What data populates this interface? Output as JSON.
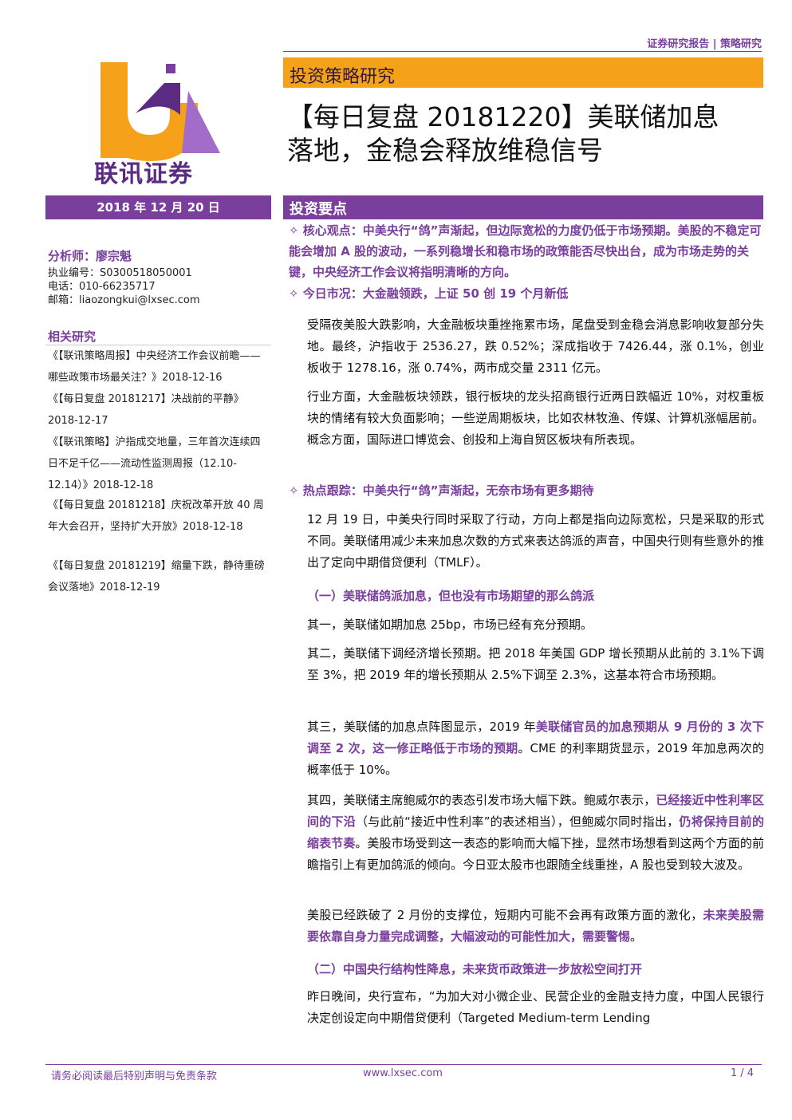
{
  "header": {
    "report_type": "证券研究报告 | 策略研究",
    "banner": "投资策略研究",
    "title_line1": "【每日复盘 20181220】美联储加息",
    "title_line2": "落地，金稳会释放维稳信号"
  },
  "logo": {
    "company": "联讯证券"
  },
  "colors": {
    "purple": "#7a3f9d",
    "gold": "#f5a21a"
  },
  "sidebar": {
    "date": "2018 年 12 月 20 日",
    "analyst": "分析师：廖宗魁",
    "license": "执业编号：S0300518050001",
    "phone": "电话：010-66235717",
    "email": "邮箱：liaozongkui@lxsec.com",
    "related_title": "相关研究",
    "related": [
      "《【联讯策略周报】中央经济工作会议前瞻——哪些政策市场最关注？》2018-12-16",
      "《【每日复盘 20181217】决战前的平静》2018-12-17",
      "《【联讯策略】沪指成交地量，三年首次连续四日不足千亿——流动性监测周报（12.10-12.14）》2018-12-18",
      "《【每日复盘 20181218】庆祝改革开放 40 周年大会召开，坚持扩大开放》2018-12-18",
      "《【每日复盘 20181219】缩量下跌，静待重磅会议落地》2018-12-19"
    ]
  },
  "main": {
    "section_title": "投资要点",
    "kp1": "✧ 核心观点：中美央行“鸽”声渐起，但边际宽松的力度仍低于市场预期。美股的不稳定可能会增加 A 股的波动，一系列稳增长和稳市场的政策能否尽快出台，成为市场走势的关键，中央经济工作会议将指明清晰的方向。",
    "kp2": "✧ 今日市况：大金融领跌，上证 50 创 19 个月新低",
    "p1": "受隔夜美股大跌影响，大金融板块重挫拖累市场，尾盘受到金稳会消息影响收复部分失地。最终，沪指收于 2536.27，跌 0.52%；深成指收于 7426.44，涨 0.1%，创业板收于 1278.16，涨 0.74%，两市成交量 2311 亿元。",
    "p2": "行业方面，大金融板块领跌，银行板块的龙头招商银行近两日跌幅近 10%，对权重板块的情绪有较大负面影响；一些逆周期板块，比如农林牧渔、传媒、计算机涨幅居前。概念方面，国际进口博览会、创投和上海自贸区板块有所表现。",
    "kp3": "✧ 热点跟踪：中美央行“鸽”声渐起，无奈市场有更多期待",
    "p3": "12 月 19 日，中美央行同时采取了行动，方向上都是指向边际宽松，只是采取的形式不同。美联储用减少未来加息次数的方式来表达鸽派的声音，中国央行则有些意外的推出了定向中期借贷便利（TMLF）。",
    "sub1": "（一）美联储鸽派加息，但也没有市场期望的那么鸽派",
    "p4": "其一，美联储如期加息 25bp，市场已经有充分预期。",
    "p5": "其二，美联储下调经济增长预期。把 2018 年美国 GDP 增长预期从此前的 3.1%下调至 3%，把 2019 年的增长预期从 2.5%下调至 2.3%，这基本符合市场预期。",
    "p6a": "其三，美联储的加息点阵图显示，2019 年",
    "p6b": "美联储官员的加息预期从 9 月份的 3 次下调至 2 次，这一修正略低于市场的预期",
    "p6c": "。CME 的利率期货显示，2019 年加息两次的概率低于 10%。",
    "p7a": "其四，美联储主席鲍威尔的表态引发市场大幅下跌。鲍威尔表示，",
    "p7b": "已经接近中性利率区间的下沿",
    "p7c": "（与此前“接近中性利率”的表述相当），但鲍威尔同时指出，",
    "p7d": "仍将保持目前的缩表节奏",
    "p7e": "。美股市场受到这一表态的影响而大幅下挫，显然市场想看到这两个方面的前瞻指引上有更加鸽派的倾向。今日亚太股市也跟随全线重挫，A 股也受到较大波及。",
    "p8a": "美股已经跌破了 2 月份的支撑位，短期内可能不会再有政策方面的激化，",
    "p8b": "未来美股需要依靠自身力量完成调整，大幅波动的可能性加大，需要警惕",
    "p8c": "。",
    "sub2": "（二）中国央行结构性降息，未来货币政策进一步放松空间打开",
    "p9": "昨日晚间，央行宣布，“为加大对小微企业、民营企业的金融支持力度，中国人民银行决定创设定向中期借贷便利（Targeted Medium-term Lending"
  },
  "footer": {
    "disclaimer": "请务必阅读最后特别声明与免责条款",
    "site": "www.lxsec.com",
    "page": "1 / 4"
  }
}
